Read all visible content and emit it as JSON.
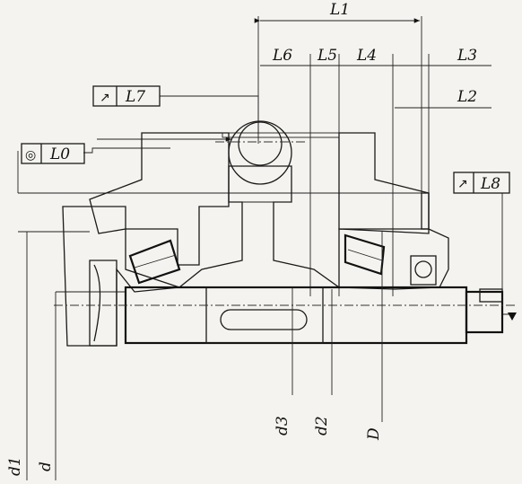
{
  "drawing": {
    "title": "",
    "labels": {
      "L1": "L1",
      "L2": "L2",
      "L3": "L3",
      "L4": "L4",
      "L5": "L5",
      "L6": "L6",
      "L7": "L7",
      "L8": "L8",
      "L0": "L0",
      "d": "d",
      "d1": "d1",
      "d2": "d2",
      "d3": "d3",
      "D": "D"
    },
    "symbols": {
      "runout": "↗",
      "concentricity": "◎"
    },
    "colors": {
      "paper": "#f4f3ef",
      "ink": "#1a1a1a"
    }
  }
}
